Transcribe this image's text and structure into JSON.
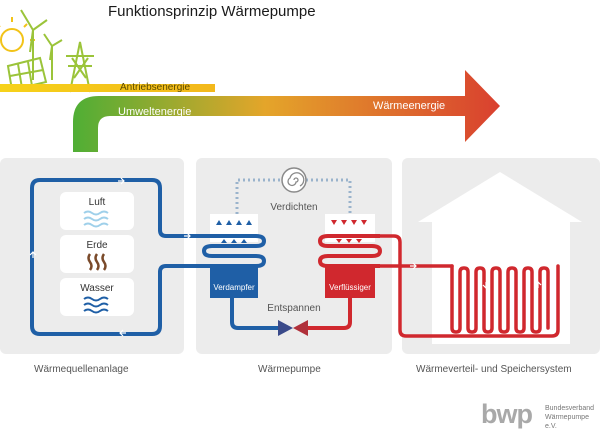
{
  "title": "Funktionsprinzip Wärmepumpe",
  "energy": {
    "drive": "Antriebsenergie",
    "ambient": "Umweltenergie",
    "heat": "Wärmeenergie"
  },
  "sources": [
    "Luft",
    "Erde",
    "Wasser"
  ],
  "components": {
    "evaporator": "Verdampfer",
    "condenser": "Verflüssiger",
    "compress": "Verdichten",
    "expand": "Entspannen"
  },
  "sections": {
    "source_plant": "Wärmequellenanlage",
    "heat_pump": "Wärmepumpe",
    "distribution": "Wärmeverteil- und Speichersystem"
  },
  "logo": {
    "name": "bwp",
    "line1": "Bundesverband",
    "line2": "Wärmepumpe e.V."
  },
  "colors": {
    "blue": "#1f5fa6",
    "red": "#d0282e",
    "green": "#56b233",
    "yellow": "#f4c20d",
    "panel": "#ececec"
  }
}
